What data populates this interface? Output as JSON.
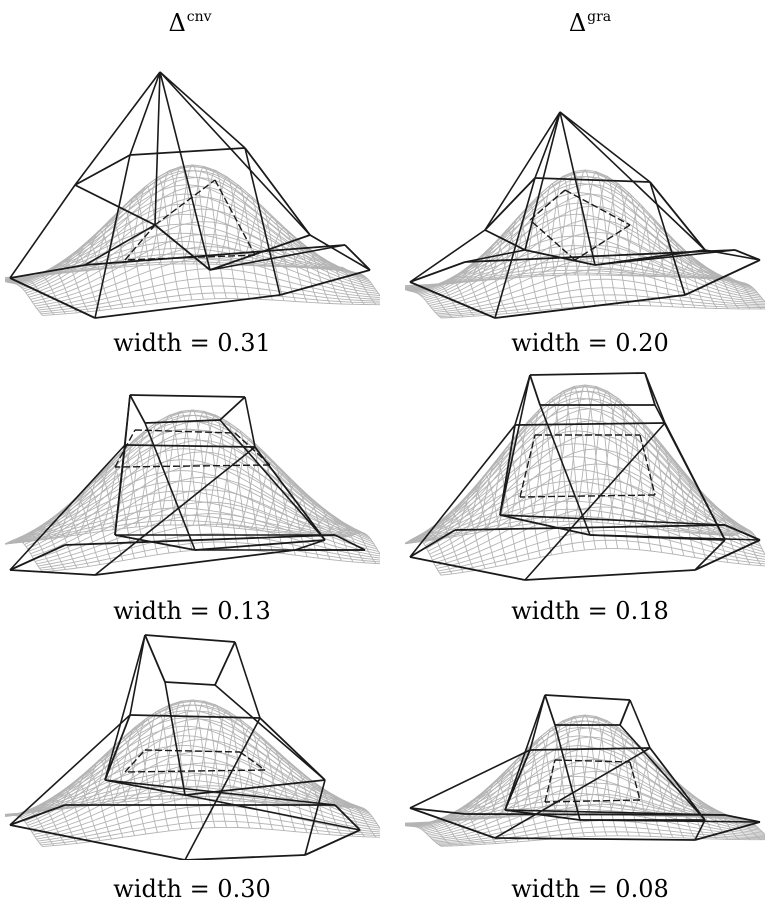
{
  "columns": [
    {
      "symbol": "Δ",
      "superscript": "cnv"
    },
    {
      "symbol": "Δ",
      "superscript": "gra"
    }
  ],
  "panels": [
    {
      "column": "cnv",
      "caption": "width = 0.31"
    },
    {
      "column": "gra",
      "caption": "width = 0.20"
    },
    {
      "column": "cnv",
      "caption": "width = 0.13"
    },
    {
      "column": "gra",
      "caption": "width = 0.18"
    },
    {
      "column": "cnv",
      "caption": "width = 0.30"
    },
    {
      "column": "gra",
      "caption": "width = 0.08"
    }
  ],
  "colors": {
    "control_net": "#1a1a1a",
    "surface_mesh": "#b4b4b4"
  }
}
